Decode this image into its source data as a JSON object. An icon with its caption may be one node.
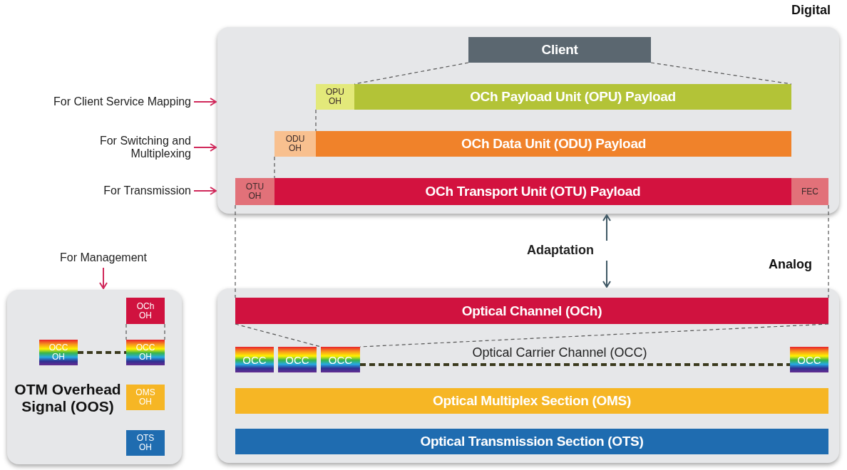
{
  "diagram": {
    "nodes": [
      {
        "text": [
          "Digital"
        ]
      },
      {
        "text": [
          "Client"
        ],
        "in": 0
      },
      {
        "text": [
          "OPU OH"
        ],
        "in": 0
      },
      {
        "text": [
          "OCh Payload Unit (OPU) Payload"
        ],
        "in": 0
      },
      {
        "text": [
          "ODU OH"
        ],
        "in": 0
      },
      {
        "text": [
          "OCh Data Unit (ODU) Payload"
        ],
        "in": 0
      },
      {
        "text": [
          "OTU OH"
        ],
        "in": 0
      },
      {
        "text": [
          "OCh Transport Unit (OTU) Payload"
        ],
        "in": 0
      },
      {
        "text": [
          "FEC"
        ],
        "in": 0
      },
      {
        "text": [
          "Analog"
        ]
      },
      {
        "text": [
          "Optical Channel (OCh)"
        ],
        "in": 9
      },
      {
        "text": [
          "OCC"
        ],
        "in": 9
      },
      {
        "text": [
          "OCC"
        ],
        "in": 9
      },
      {
        "text": [
          "OCC"
        ],
        "in": 9
      },
      {
        "text": [
          "OCC"
        ],
        "in": 9
      },
      {
        "text": [
          "Optical Multiplex Section (OMS)"
        ],
        "in": 9
      },
      {
        "text": [
          "Optical Transmission Section (OTS)"
        ],
        "in": 9
      },
      {
        "text": [
          "OTM Overhead Signal (OOS)"
        ]
      },
      {
        "text": [
          "OCh OH"
        ],
        "in": 17
      },
      {
        "text": [
          "OCC OH"
        ],
        "in": 17
      },
      {
        "text": [
          "OCC OH"
        ],
        "in": 17
      },
      {
        "text": [
          "OMS OH"
        ],
        "in": 17
      },
      {
        "text": [
          "OTS OH"
        ],
        "in": 17
      },
      {
        "text": [
          "For Client Service Mapping"
        ]
      },
      {
        "text": [
          "For Switching and Multiplexing"
        ]
      },
      {
        "text": [
          "For Transmission"
        ]
      },
      {
        "text": [
          "For Management"
        ]
      },
      {
        "text": [
          "Adaptation"
        ]
      }
    ],
    "edges": [
      {
        "from": 23,
        "to": 0,
        "arrow": "to",
        "color": "#d0285a"
      },
      {
        "from": 24,
        "to": 0,
        "arrow": "to",
        "color": "#d0285a"
      },
      {
        "from": 25,
        "to": 0,
        "arrow": "to",
        "color": "#d0285a"
      },
      {
        "from": 26,
        "to": 17,
        "arrow": "to",
        "color": "#d0285a"
      },
      {
        "from": 27,
        "to": 0,
        "arrow": "to",
        "color": "#3f5865"
      },
      {
        "from": 27,
        "to": 9,
        "arrow": "to",
        "color": "#3f5865"
      },
      {
        "from": 1,
        "to": 3,
        "arrow": "none",
        "style": "dashed"
      },
      {
        "from": 1,
        "to": 3,
        "arrow": "none",
        "style": "dashed"
      },
      {
        "from": 2,
        "to": 5,
        "arrow": "none",
        "style": "dashed"
      },
      {
        "from": 4,
        "to": 7,
        "arrow": "none",
        "style": "dashed"
      },
      {
        "from": 6,
        "to": 10,
        "arrow": "none",
        "style": "dashed"
      },
      {
        "from": 8,
        "to": 10,
        "arrow": "none",
        "style": "dashed"
      },
      {
        "from": 10,
        "to": 13,
        "arrow": "none",
        "style": "dashed"
      },
      {
        "from": 10,
        "to": 13,
        "arrow": "none",
        "style": "dashed"
      },
      {
        "from": 13,
        "to": 14,
        "arrow": "none",
        "style": "dashed",
        "color": "#3b3a1e"
      },
      {
        "from": 18,
        "to": 20,
        "arrow": "none",
        "style": "dashed"
      },
      {
        "from": 18,
        "to": 20,
        "arrow": "none",
        "style": "dashed"
      },
      {
        "from": 19,
        "to": 20,
        "arrow": "none",
        "style": "dashed",
        "color": "#3b3a1e"
      }
    ],
    "labels": [
      "Optical Carrier Channel (OCC)"
    ]
  }
}
